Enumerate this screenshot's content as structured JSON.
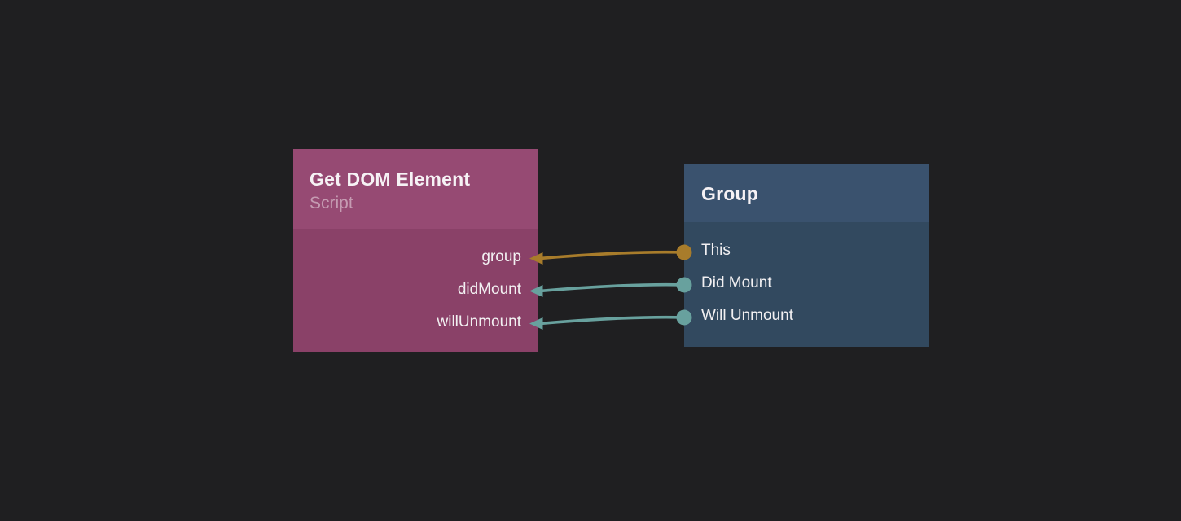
{
  "canvas": {
    "background_color": "#1f1f21"
  },
  "nodes": [
    {
      "title": "Get DOM Element",
      "subtitle": "Script",
      "header_color": "#964a73",
      "body_color": "#8a4168",
      "ports": [
        {
          "label": "group",
          "side": "right"
        },
        {
          "label": "didMount",
          "side": "right"
        },
        {
          "label": "willUnmount",
          "side": "right"
        }
      ]
    },
    {
      "title": "Group",
      "header_color": "#3a526e",
      "body_color": "#32495f",
      "ports": [
        {
          "label": "This",
          "side": "left"
        },
        {
          "label": "Did Mount",
          "side": "left"
        },
        {
          "label": "Will Unmount",
          "side": "left"
        }
      ]
    }
  ],
  "connections": [
    {
      "from": "Group / This",
      "to": "Get DOM Element / group",
      "color": "#a87c2b"
    },
    {
      "from": "Group / Did Mount",
      "to": "Get DOM Element / didMount",
      "color": "#68a19e"
    },
    {
      "from": "Group / Will Unmount",
      "to": "Get DOM Element / willUnmount",
      "color": "#68a19e"
    }
  ]
}
